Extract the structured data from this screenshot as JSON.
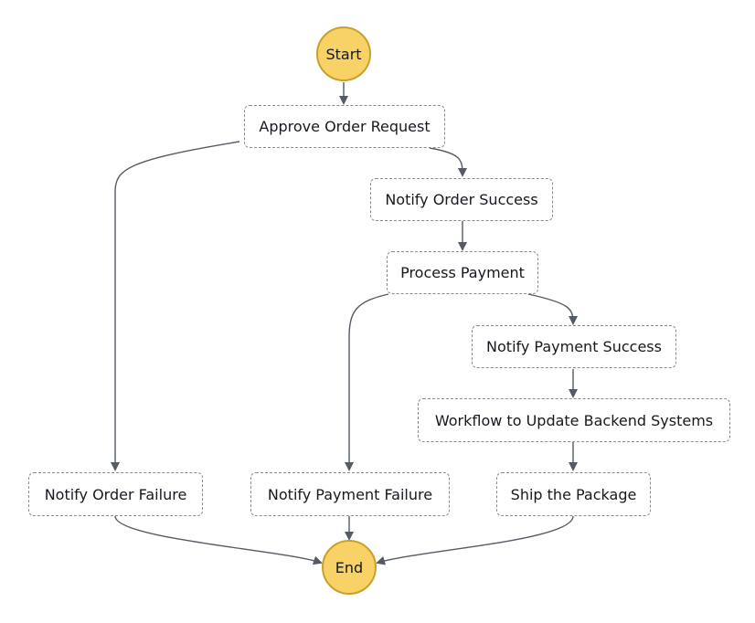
{
  "workflow": {
    "start_label": "Start",
    "end_label": "End",
    "states": {
      "approve_order_request": "Approve Order Request",
      "notify_order_success": "Notify Order Success",
      "process_payment": "Process Payment",
      "notify_payment_success": "Notify Payment Success",
      "workflow_update_backend": "Workflow to Update Backend Systems",
      "ship_package": "Ship the Package",
      "notify_order_failure": "Notify Order Failure",
      "notify_payment_failure": "Notify Payment Failure"
    }
  },
  "colors": {
    "terminal_fill": "#f8d167",
    "terminal_border": "#c9a128",
    "edge": "#545b64",
    "state_border": "#8a8a8a"
  }
}
